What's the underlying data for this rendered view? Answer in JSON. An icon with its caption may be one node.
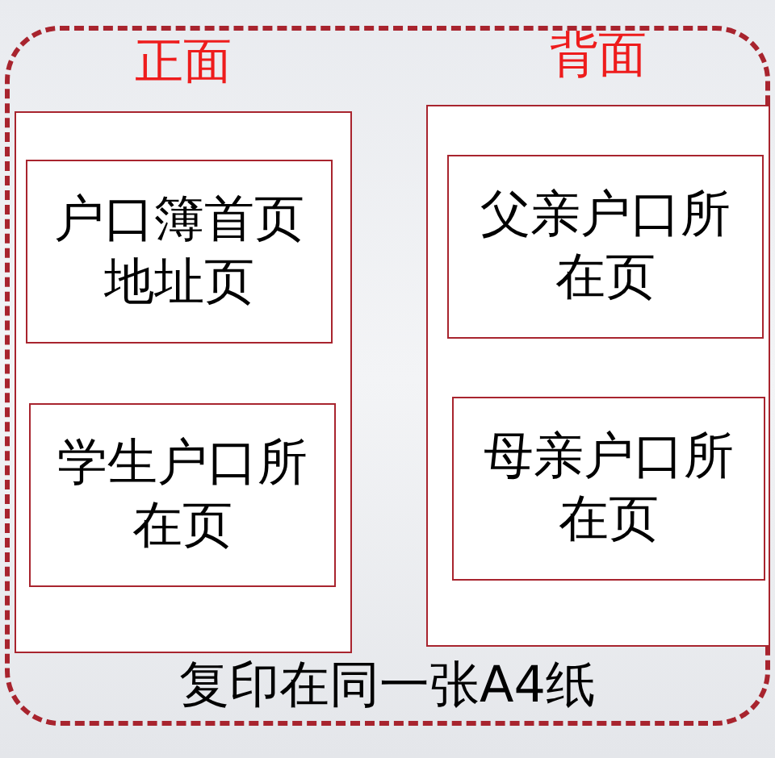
{
  "diagram": {
    "nodes": [
      {
        "text": [
          "复印在同一张A4纸"
        ]
      },
      {
        "text": [
          "正面"
        ],
        "in": 0
      },
      {
        "text": [
          "户口簿首页地址页"
        ],
        "in": 1
      },
      {
        "text": [
          "学生户口所在页"
        ],
        "in": 1
      },
      {
        "text": [
          "背面"
        ],
        "in": 0
      },
      {
        "text": [
          "父亲户口所在页"
        ],
        "in": 4
      },
      {
        "text": [
          "母亲户口所在页"
        ],
        "in": 4
      }
    ]
  }
}
